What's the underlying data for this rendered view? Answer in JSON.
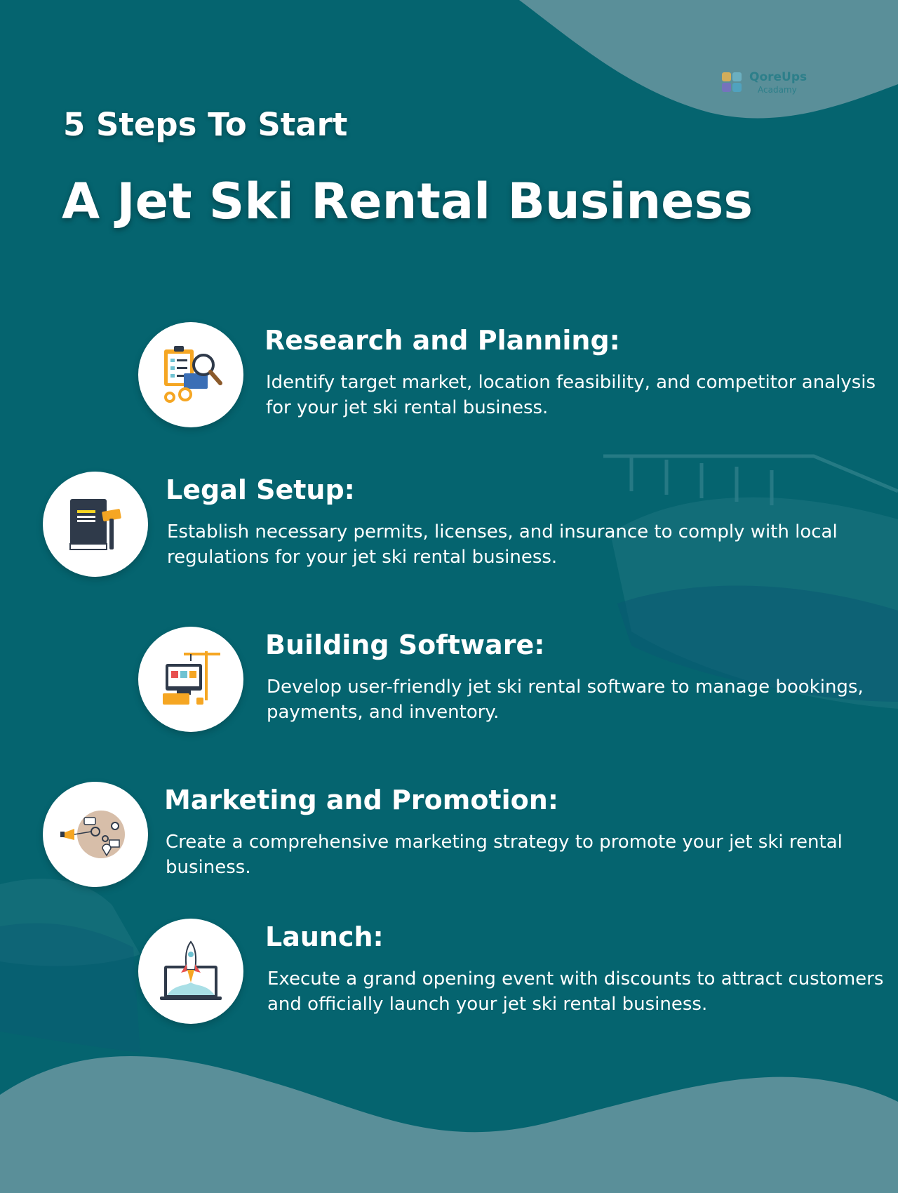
{
  "brand": {
    "name": "QoreUps",
    "sub": "Acadamy"
  },
  "heading": {
    "line1": "5 Steps To Start",
    "line2": "A Jet Ski Rental Business"
  },
  "steps": [
    {
      "title": "Research and Planning:",
      "description": "Identify target market, location feasibility, and competitor analysis for your jet ski rental business.",
      "icon": "research-icon"
    },
    {
      "title": "Legal Setup:",
      "description": "Establish necessary permits, licenses, and insurance to comply with local regulations for your jet ski rental business.",
      "icon": "legal-icon"
    },
    {
      "title": "Building Software:",
      "description": "Develop user-friendly jet ski rental software to manage bookings, payments, and inventory.",
      "icon": "software-icon"
    },
    {
      "title": "Marketing and Promotion:",
      "description": "Create a comprehensive marketing strategy to promote your jet ski rental business.",
      "icon": "marketing-icon"
    },
    {
      "title": "Launch:",
      "description": "Execute a grand opening event with discounts to attract customers and officially launch your jet ski rental business.",
      "icon": "launch-icon"
    }
  ],
  "colors": {
    "background": "#05646f",
    "wave": "#5a8f99",
    "accent_orange": "#f5a623",
    "dark_navy": "#2f3a4a"
  }
}
